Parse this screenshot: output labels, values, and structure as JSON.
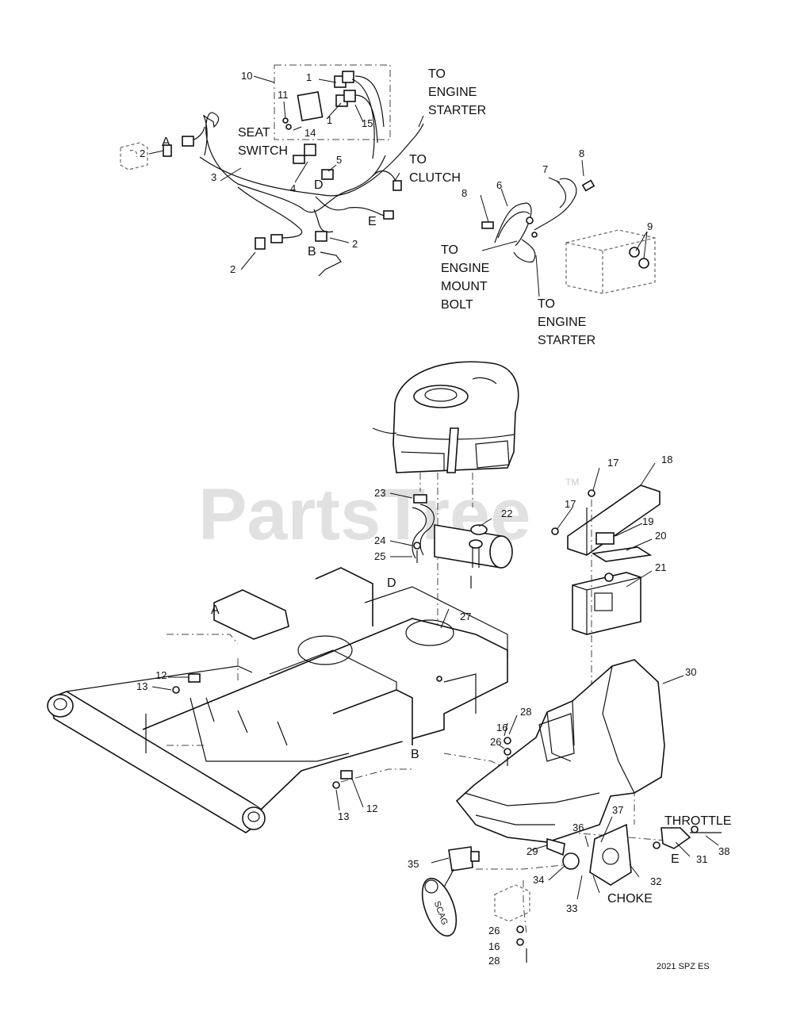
{
  "watermark": {
    "text": "PartsTree",
    "trademark": "TM"
  },
  "diagram_code": "2021 SPZ ES",
  "callouts": {
    "to_engine_starter_top": [
      "TO",
      "ENGINE",
      "STARTER"
    ],
    "seat_switch": [
      "SEAT",
      "SWITCH"
    ],
    "to_clutch": [
      "TO",
      "CLUTCH"
    ],
    "to_engine_mount_bolt": [
      "TO",
      "ENGINE",
      "MOUNT",
      "BOLT"
    ],
    "to_engine_starter_bottom": [
      "TO",
      "ENGINE",
      "STARTER"
    ],
    "throttle": "THROTTLE",
    "choke": "CHOKE"
  },
  "connection_letters": {
    "a_harness": "A",
    "b_harness": "B",
    "d_harness": "D",
    "e_harness": "E",
    "a_frame": "A",
    "b_frame": "B",
    "d_frame": "D",
    "e_throttle": "E"
  },
  "part_numbers": [
    "1",
    "1",
    "2",
    "2",
    "2",
    "3",
    "4",
    "5",
    "6",
    "7",
    "8",
    "8",
    "9",
    "10",
    "11",
    "12",
    "12",
    "13",
    "13",
    "14",
    "15",
    "16",
    "16",
    "17",
    "17",
    "18",
    "19",
    "20",
    "21",
    "22",
    "23",
    "24",
    "25",
    "26",
    "26",
    "27",
    "28",
    "28",
    "29",
    "30",
    "31",
    "32",
    "33",
    "34",
    "35",
    "36",
    "37",
    "38"
  ],
  "keyfob_text": "SCAG"
}
